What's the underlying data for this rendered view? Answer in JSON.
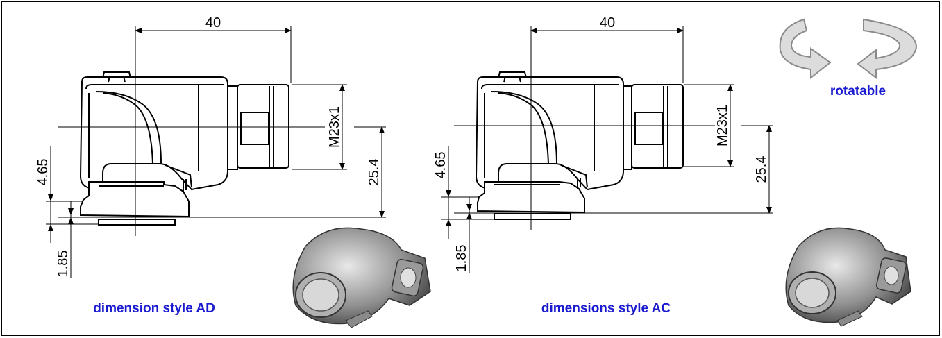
{
  "drawings": [
    {
      "caption": "dimension style AD",
      "dim_width": "40",
      "dim_thread": "M23x1",
      "dim_height": "25.4",
      "dim_flange": "4.65",
      "dim_base": "1.85"
    },
    {
      "caption": "dimensions style AC",
      "dim_width": "40",
      "dim_thread": "M23x1",
      "dim_height": "25.4",
      "dim_flange": "4.65",
      "dim_base": "1.85"
    }
  ],
  "rotate_label": "rotatable",
  "colors": {
    "caption": "#1a1ad0",
    "arrow_fill": "#dcdcdc",
    "arrow_stroke": "#8a8a8a"
  }
}
